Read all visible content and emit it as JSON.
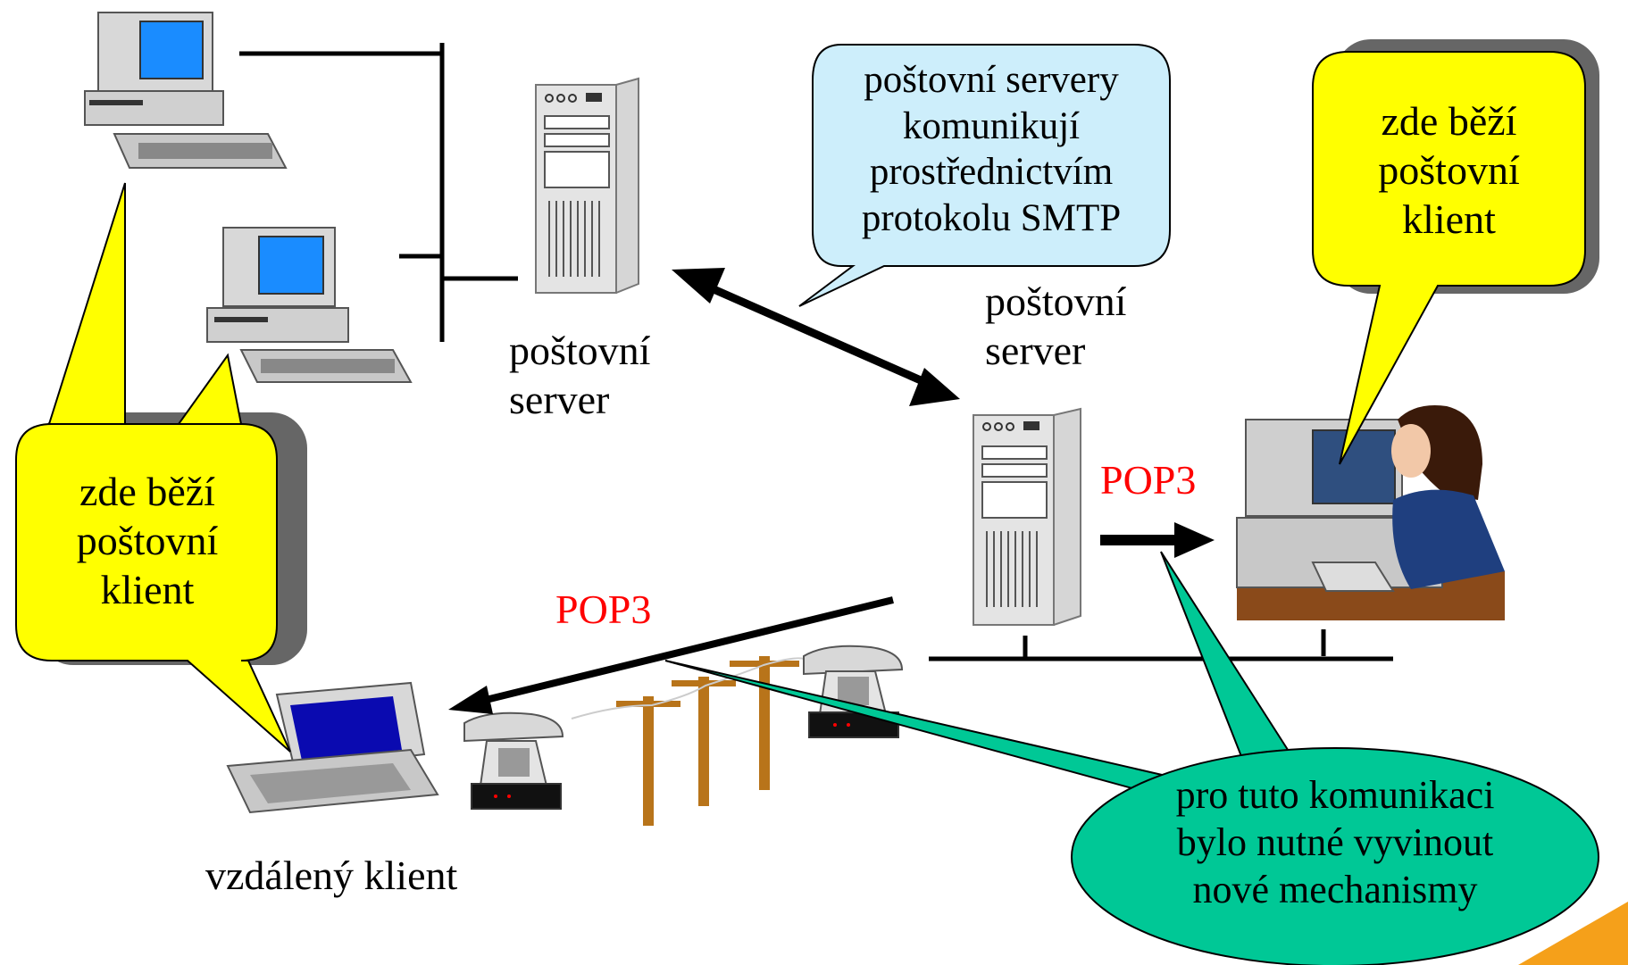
{
  "bubbles": {
    "smtp_note": "poštovní servery\nkomunikují\nprostřednictvím\nprotokolu SMTP",
    "client_right": "zde běží\npoštovní\nklient",
    "client_left": "zde běží\npoštovní\nklient",
    "new_mechanisms": "pro tuto komunikaci\nbylo nutné vyvinout\nnové mechanismy"
  },
  "labels": {
    "server_left": "poštovní\nserver",
    "server_right": "poštovní\nserver",
    "pop3_upper": "POP3",
    "pop3_lower": "POP3",
    "remote_client": "vzdálený klient"
  },
  "colors": {
    "yellow_bubble": "#ffff00",
    "blue_bubble": "#cdeefb",
    "green_bubble": "#00c896",
    "protocol_text": "#ff0000",
    "shadow": "#666666"
  }
}
